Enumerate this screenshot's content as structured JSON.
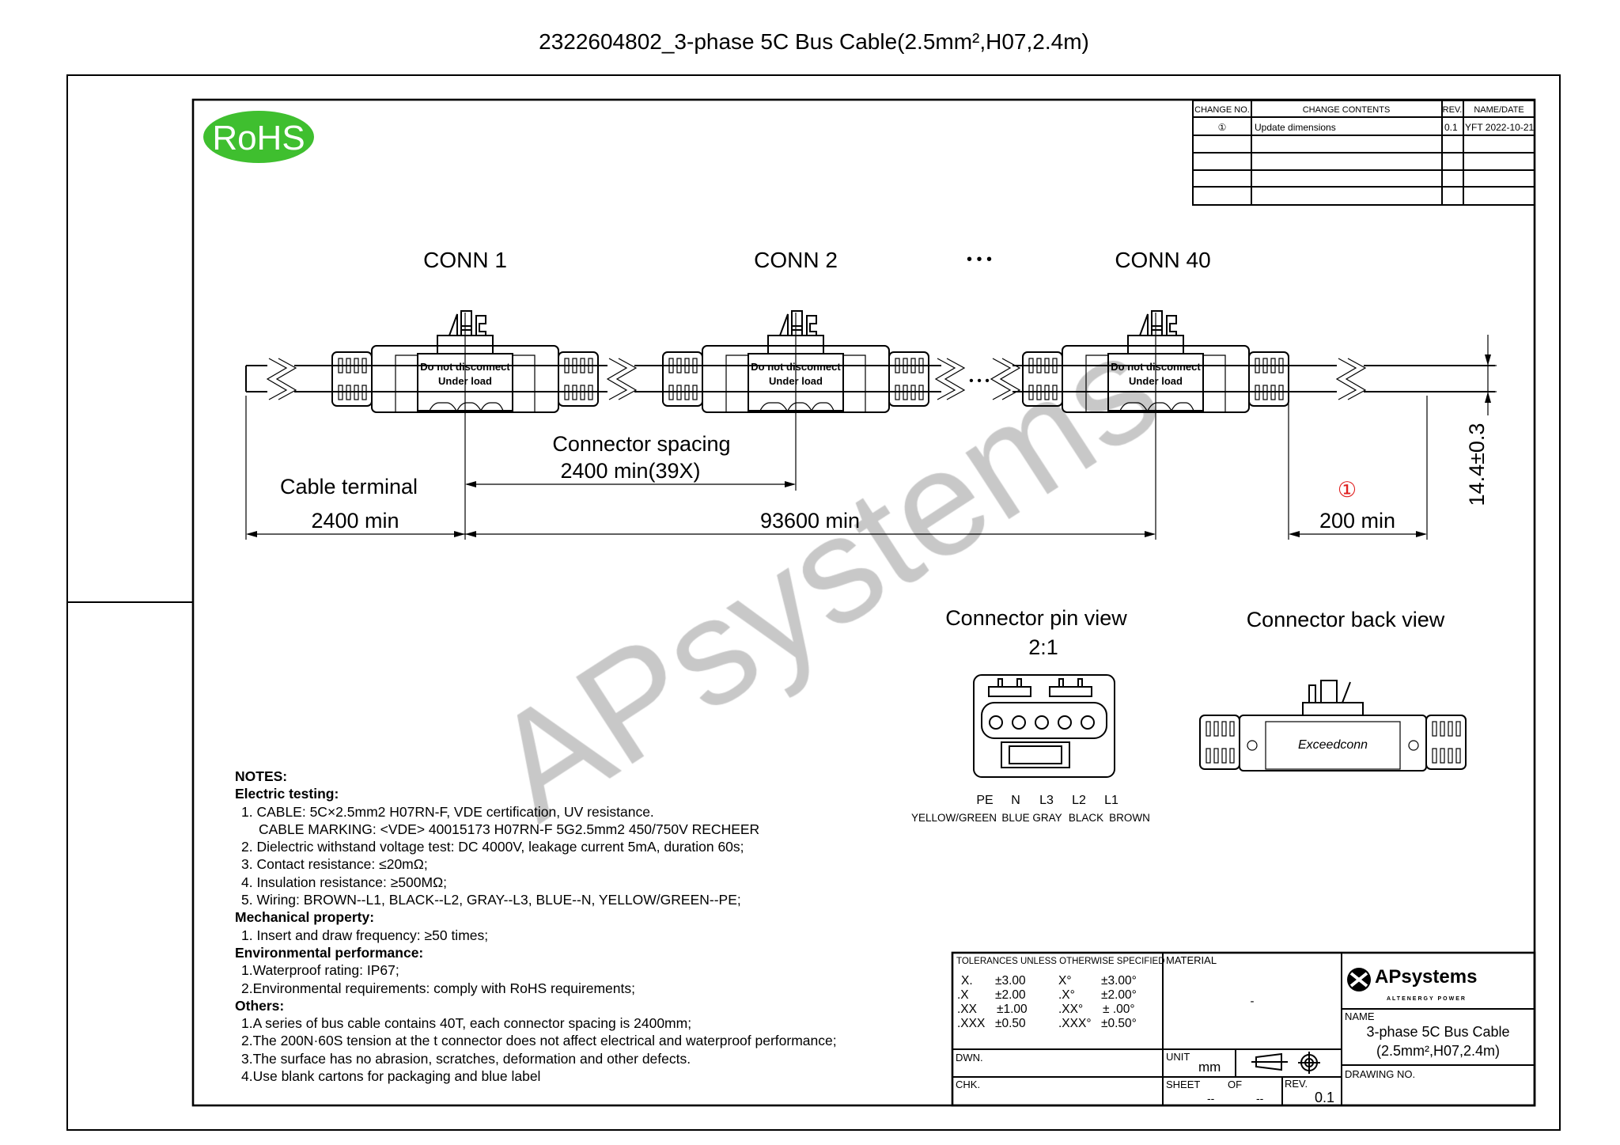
{
  "title": "2322604802_3-phase 5C Bus Cable(2.5mm²,H07,2.4m)",
  "rohs_logo": "RoHS",
  "watermark": "APsystems",
  "revision_table": {
    "headers": [
      "CHANGE NO.",
      "CHANGE CONTENTS",
      "REV.",
      "NAME/DATE"
    ],
    "rows": [
      [
        "①",
        "Update dimensions",
        "0.1",
        "YFT 2022-10-21"
      ]
    ]
  },
  "cable_view": {
    "connectors": [
      "CONN 1",
      "CONN 2",
      "CONN 40"
    ],
    "ellipsis": "• • •",
    "connector_label_line1": "Do not disconnect",
    "connector_label_line2": "Under load",
    "dimensions": {
      "connector_spacing_label": "Connector spacing",
      "connector_spacing_value": "2400 min(39X)",
      "cable_terminal_label": "Cable terminal",
      "cable_terminal_value": "2400 min",
      "total_value": "93600 min",
      "end_value": "200 min",
      "change_marker": "①",
      "diameter_value": "14.4±0.3"
    }
  },
  "pin_view": {
    "title": "Connector pin view",
    "scale": "2:1",
    "pins": [
      "PE",
      "N",
      "L3",
      "L2",
      "L1"
    ],
    "colors": [
      "YELLOW/GREEN",
      "BLUE",
      "GRAY",
      "BLACK",
      "BROWN"
    ]
  },
  "back_view": {
    "title": "Connector back view",
    "brand_text": "Exceedconn"
  },
  "notes": {
    "heading": "NOTES:",
    "sections": [
      {
        "title": "Electric testing:",
        "items": [
          "1. CABLE: 5C×2.5mm2 H07RN-F,  VDE certification,  UV resistance.",
          "CABLE MARKING: <VDE> 40015173 H07RN-F 5G2.5mm2 450/750V RECHEER",
          "2. Dielectric withstand voltage test: DC 4000V,  leakage current 5mA, duration 60s;",
          "3. Contact resistance: ≤20mΩ;",
          "4. Insulation resistance: ≥500MΩ;",
          "5. Wiring: BROWN--L1,  BLACK--L2,  GRAY--L3,  BLUE--N,  YELLOW/GREEN--PE;"
        ]
      },
      {
        "title": "Mechanical property:",
        "items": [
          "1. Insert and draw frequency: ≥50 times;"
        ]
      },
      {
        "title": "Environmental performance:",
        "items": [
          "1.Waterproof rating: IP67;",
          "2.Environmental requirements: comply with RoHS requirements;"
        ]
      },
      {
        "title": "Others:",
        "items": [
          "1.A series of bus cable contains 40T, each connector spacing is 2400mm;",
          "2.The 200N·60S tension at the t connector does not affect electrical and waterproof performance;",
          "3.The surface has no abrasion, scratches, deformation and other defects.",
          "4.Use blank cartons for packaging and blue label"
        ]
      }
    ]
  },
  "title_block": {
    "tolerances_heading": "TOLERANCES UNLESS OTHERWISE SPECIFIED",
    "tolerances": [
      [
        "X.",
        "±3.00",
        "X°",
        "±3.00°"
      ],
      [
        ".X",
        "±2.00",
        ".X°",
        "±2.00°"
      ],
      [
        ".XX",
        "±1.00",
        ".XX°",
        "± .00°"
      ],
      [
        ".XXX",
        "±0.50",
        ".XXX°",
        "±0.50°"
      ]
    ],
    "material_label": "MATERIAL",
    "material_value": "-",
    "company_name": "APsystems",
    "company_tagline": "ALTENERGY POWER",
    "name_label": "NAME",
    "name_line1": "3-phase 5C Bus Cable",
    "name_line2": "(2.5mm²,H07,2.4m)",
    "dwn_label": "DWN.",
    "chk_label": "CHK.",
    "unit_label": "UNIT",
    "unit_value": "mm",
    "sheet_label": "SHEET",
    "of_label": "OF",
    "sheet_value": "--",
    "of_value": "--",
    "rev_label": "REV.",
    "rev_value": "0.1",
    "drawing_no_label": "DRAWING NO."
  },
  "colors": {
    "rohs_green": "#3fbf2f",
    "marker_red": "#e02020",
    "watermark_gray": "#c8c8c8"
  }
}
